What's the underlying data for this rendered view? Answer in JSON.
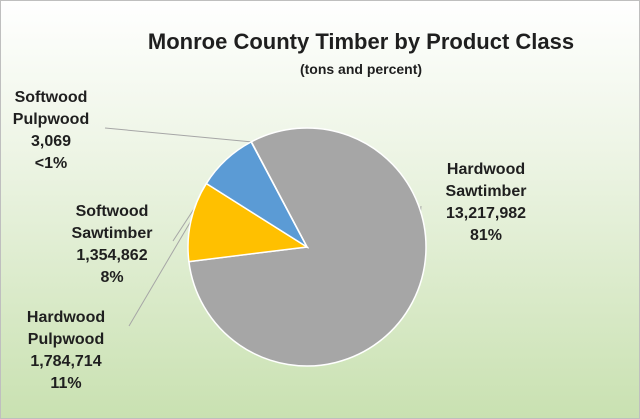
{
  "chart_data": {
    "type": "pie",
    "title": "Monroe County Timber by Product Class",
    "subtitle": "(tons and percent)",
    "slices": [
      {
        "name_line1": "Hardwood",
        "name_line2": "Sawtimber",
        "value": 13217982,
        "value_label": "13,217,982",
        "percent_label": "81%",
        "color": "#a6a6a6"
      },
      {
        "name_line1": "Hardwood",
        "name_line2": "Pulpwood",
        "value": 1784714,
        "value_label": "1,784,714",
        "percent_label": "11%",
        "color": "#ffc000"
      },
      {
        "name_line1": "Softwood",
        "name_line2": "Sawtimber",
        "value": 1354862,
        "value_label": "1,354,862",
        "percent_label": "8%",
        "color": "#5b9bd5"
      },
      {
        "name_line1": "Softwood",
        "name_line2": "Pulpwood",
        "value": 3069,
        "value_label": "3,069",
        "percent_label": "<1%",
        "color": "#ed7d31"
      }
    ]
  }
}
